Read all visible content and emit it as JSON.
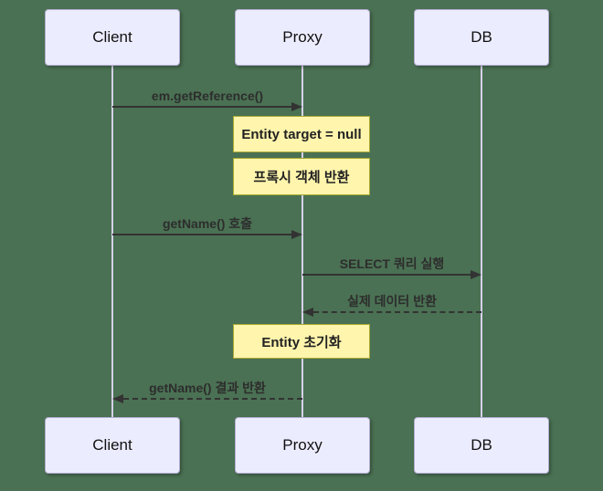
{
  "diagram_type": "sequence",
  "colors": {
    "background": "#4a7153",
    "actor_fill": "#ececff",
    "actor_border": "#b2adcf",
    "lifeline": "#d6d1e8",
    "note_fill": "#fff5ad",
    "note_border": "#aaaa33",
    "arrow": "#333333"
  },
  "actors": [
    {
      "label": "Client"
    },
    {
      "label": "Proxy"
    },
    {
      "label": "DB"
    }
  ],
  "messages": [
    {
      "label": "em.getReference()",
      "from": "Client",
      "to": "Proxy",
      "line": "solid"
    },
    {
      "label": "getName() 호출",
      "from": "Client",
      "to": "Proxy",
      "line": "solid"
    },
    {
      "label": "SELECT 쿼리 실행",
      "from": "Proxy",
      "to": "DB",
      "line": "solid"
    },
    {
      "label": "실제 데이터 반환",
      "from": "DB",
      "to": "Proxy",
      "line": "dashed"
    },
    {
      "label": "getName() 결과 반환",
      "from": "Proxy",
      "to": "Client",
      "line": "dashed"
    }
  ],
  "notes": [
    {
      "label": "Entity target = null",
      "over": "Proxy"
    },
    {
      "label": "프록시 객체 반환",
      "over": "Proxy"
    },
    {
      "label": "Entity 초기화",
      "over": "Proxy"
    }
  ]
}
